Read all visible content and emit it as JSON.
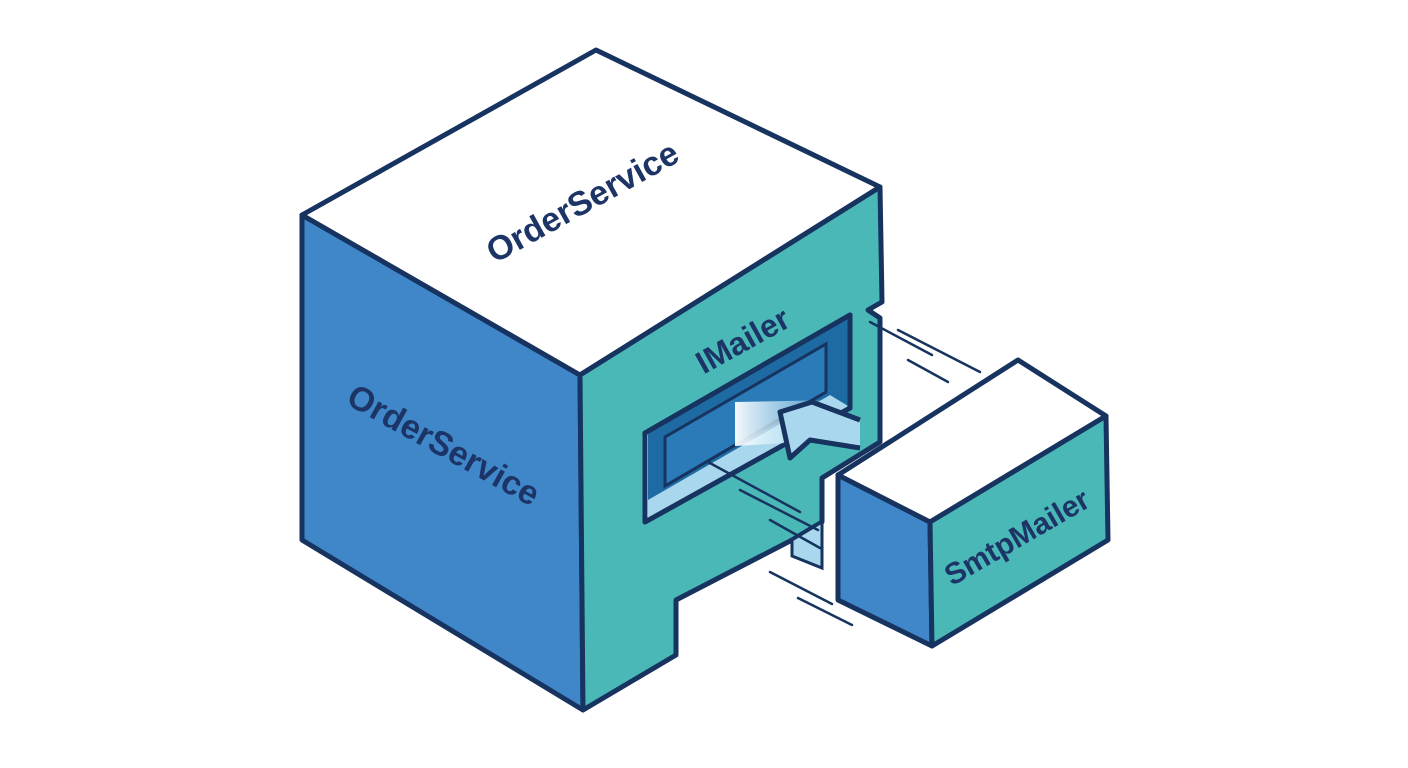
{
  "diagram": {
    "main_block": {
      "top_label": "OrderService",
      "front_label": "OrderService",
      "port_label": "IMailer"
    },
    "plug_block": {
      "label": "SmtpMailer"
    },
    "colors": {
      "outline": "#17335f",
      "front_face": "#3f87c9",
      "side_face": "#4bb8b8",
      "top_face": "#ffffff",
      "slot_dark": "#1e6ba3",
      "slot_light": "#a9d8ee",
      "text": "#1c3566"
    }
  }
}
